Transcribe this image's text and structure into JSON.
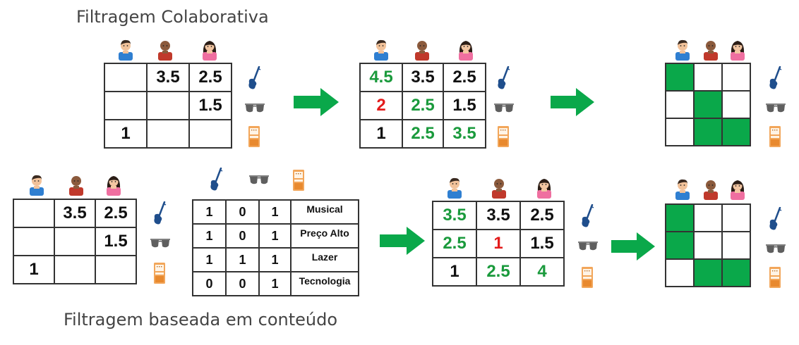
{
  "titles": {
    "collaborative": "Filtragem Colaborativa",
    "content": "Filtragem baseada em conteúdo"
  },
  "colors": {
    "green_text": "#1a9a3c",
    "red_text": "#e31b1b",
    "cell_fill": "#0aa84a",
    "arrow": "#0aa84a"
  },
  "users": [
    "user-blue-icon",
    "user-red-icon",
    "user-pink-icon"
  ],
  "items": [
    "guitar-icon",
    "sunglasses-icon",
    "arcade-machine-icon"
  ],
  "collab": {
    "ratings": [
      [
        "",
        "3.5",
        "2.5"
      ],
      [
        "",
        "",
        "1.5"
      ],
      [
        "1",
        "",
        ""
      ]
    ],
    "predicted": [
      [
        "4.5",
        "3.5",
        "2.5"
      ],
      [
        "2",
        "2.5",
        "1.5"
      ],
      [
        "1",
        "2.5",
        "3.5"
      ]
    ],
    "recommend": [
      [
        1,
        0,
        0
      ],
      [
        0,
        1,
        0
      ],
      [
        0,
        1,
        1
      ]
    ]
  },
  "content": {
    "ratings": [
      [
        "",
        "3.5",
        "2.5"
      ],
      [
        "",
        "",
        "1.5"
      ],
      [
        "1",
        "",
        ""
      ]
    ],
    "features": [
      {
        "values": [
          "1",
          "0",
          "1"
        ],
        "label": "Musical"
      },
      {
        "values": [
          "1",
          "0",
          "1"
        ],
        "label": "Preço Alto"
      },
      {
        "values": [
          "1",
          "1",
          "1"
        ],
        "label": "Lazer"
      },
      {
        "values": [
          "0",
          "0",
          "1"
        ],
        "label": "Tecnologia"
      }
    ],
    "predicted": [
      [
        "3.5",
        "3.5",
        "2.5"
      ],
      [
        "2.5",
        "1",
        "1.5"
      ],
      [
        "1",
        "2.5",
        "4"
      ]
    ],
    "recommend": [
      [
        1,
        0,
        0
      ],
      [
        1,
        0,
        0
      ],
      [
        0,
        1,
        1
      ]
    ]
  }
}
